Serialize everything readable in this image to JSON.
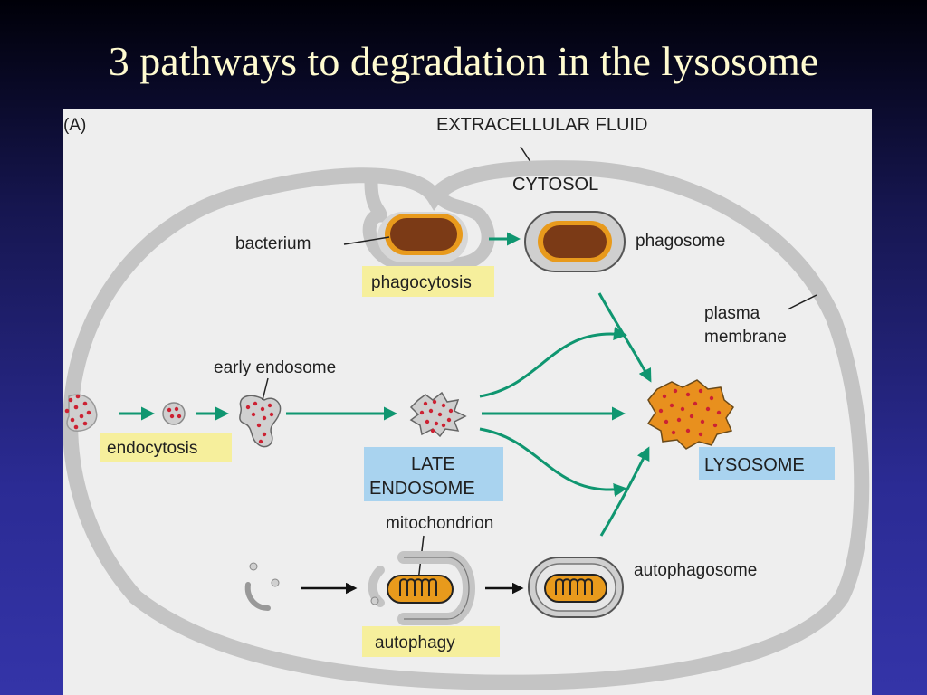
{
  "slide": {
    "title": "3 pathways to degradation in the lysosome"
  },
  "diagram": {
    "panel_label": "(A)",
    "labels": {
      "extracellular_fluid": "EXTRACELLULAR FLUID",
      "cytosol": "CYTOSOL",
      "bacterium": "bacterium",
      "phagosome": "phagosome",
      "phagocytosis": "phagocytosis",
      "plasma_membrane_line1": "plasma",
      "plasma_membrane_line2": "membrane",
      "early_endosome": "early endosome",
      "endocytosis": "endocytosis",
      "late_endosome_line1": "LATE",
      "late_endosome_line2": "ENDOSOME",
      "lysosome": "LYSOSOME",
      "mitochondrion": "mitochondrion",
      "autophagosome": "autophagosome",
      "autophagy": "autophagy"
    },
    "colors": {
      "membrane": "#c8c8c8",
      "bacterium_fill": "#7b3a16",
      "bacterium_rim": "#e89a1c",
      "cargo_dots": "#cc2233",
      "lysosome_fill": "#e8901e",
      "arrow_green": "#0f9670",
      "process_tag": "#f6ef9c",
      "compartment_tag": "#a9d3ef"
    }
  }
}
